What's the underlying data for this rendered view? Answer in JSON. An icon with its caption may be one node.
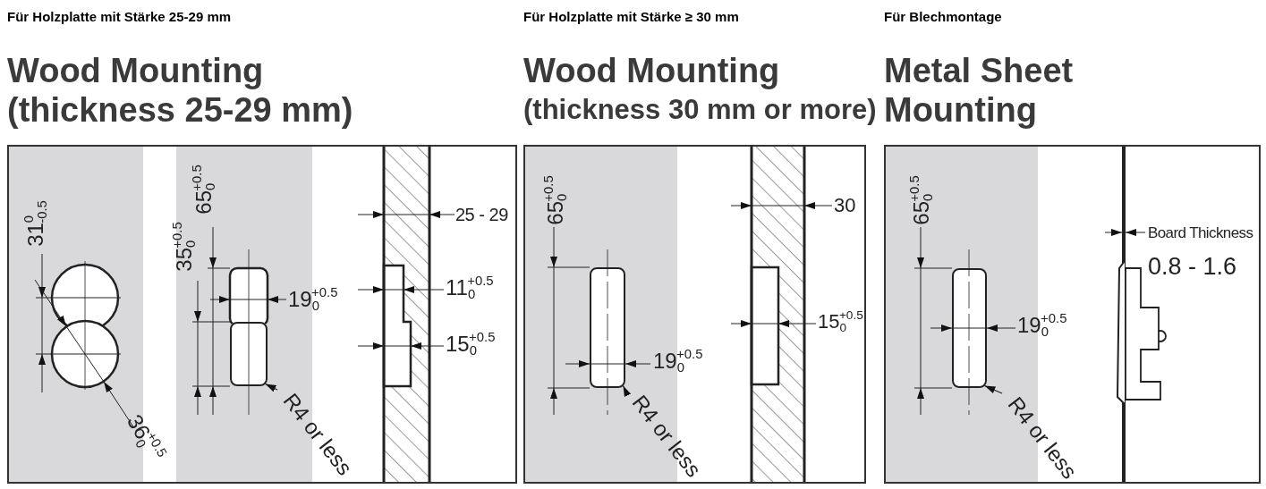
{
  "diagram": {
    "nodes": [
      {
        "text": [
          "Für Holzplatte mit Stärke 25-29 mm",
          "Wood Mounting (thickness 25-29 mm)"
        ]
      },
      {
        "text": [
          "Für Holzplatte mit Stärke ≥ 30 mm",
          "Wood Mounting (thickness 30 mm or more)"
        ]
      },
      {
        "text": [
          "Für Blechmontage",
          "Metal Sheet Mounting"
        ]
      },
      {
        "text": [],
        "shape": "box",
        "in": 0
      },
      {
        "text": [
          "R4 or less"
        ],
        "in": 0
      },
      {
        "text": [],
        "shape": "box",
        "in": 1
      },
      {
        "text": [
          "R4 or less"
        ],
        "in": 1
      },
      {
        "text": [],
        "shape": "box",
        "in": 2
      },
      {
        "text": [
          "R4 or less"
        ],
        "in": 2
      }
    ],
    "edges": [
      {
        "from": 4,
        "to": 3,
        "arrow": "to"
      },
      {
        "from": 6,
        "to": 5,
        "arrow": "to"
      },
      {
        "from": 8,
        "to": 7,
        "arrow": "to"
      }
    ],
    "labels": [
      "31$^{0}$$_{-0.5}$",
      "35$_{0}$$^{+0.5}$",
      "65$_{0}$$^{+0.5}$",
      "19$_{0}$$^{+0.5}$",
      "25 - 29",
      "11$_{0}$$^{+0.5}$",
      "15$_{0}$$^{+0.5}$",
      "36$_{0}$$^{+0.5}$",
      "65$_{0}$$^{+0.5}$",
      "30",
      "15$_{0}$$^{+0.5}$",
      "19$_{0}$$^{+0.5}$",
      "65$_{0}$$^{+0.5}$",
      "Board Thickness",
      "0.8 - 1.6",
      "19$_{0}$$^{+0.5}$"
    ]
  }
}
